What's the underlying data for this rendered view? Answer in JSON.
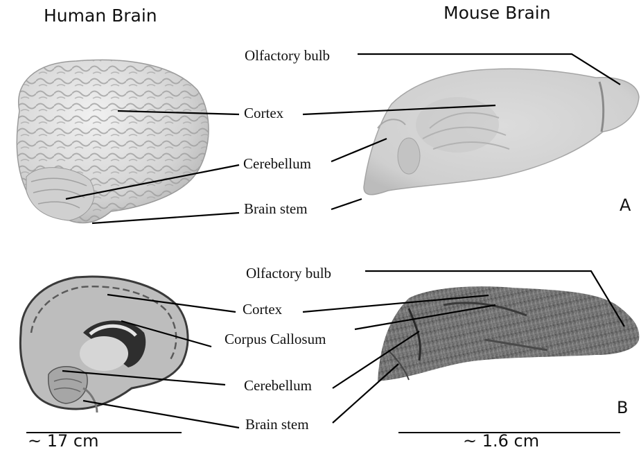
{
  "headers": {
    "human": "Human Brain",
    "mouse": "Mouse Brain"
  },
  "panel_a": {
    "letter": "A",
    "labels": {
      "olfactory_bulb": "Olfactory bulb",
      "cortex": "Cortex",
      "cerebellum": "Cerebellum",
      "brain_stem": "Brain stem"
    }
  },
  "panel_b": {
    "letter": "B",
    "labels": {
      "olfactory_bulb": "Olfactory bulb",
      "cortex": "Cortex",
      "corpus_callosum": "Corpus Callosum",
      "cerebellum": "Cerebellum",
      "brain_stem": "Brain stem"
    }
  },
  "scales": {
    "human": "~ 17 cm",
    "mouse": "~ 1.6 cm"
  },
  "colors": {
    "surface_render": "#d9d9d9",
    "mri_gray": "#9a9a9a",
    "line": "#000000"
  }
}
